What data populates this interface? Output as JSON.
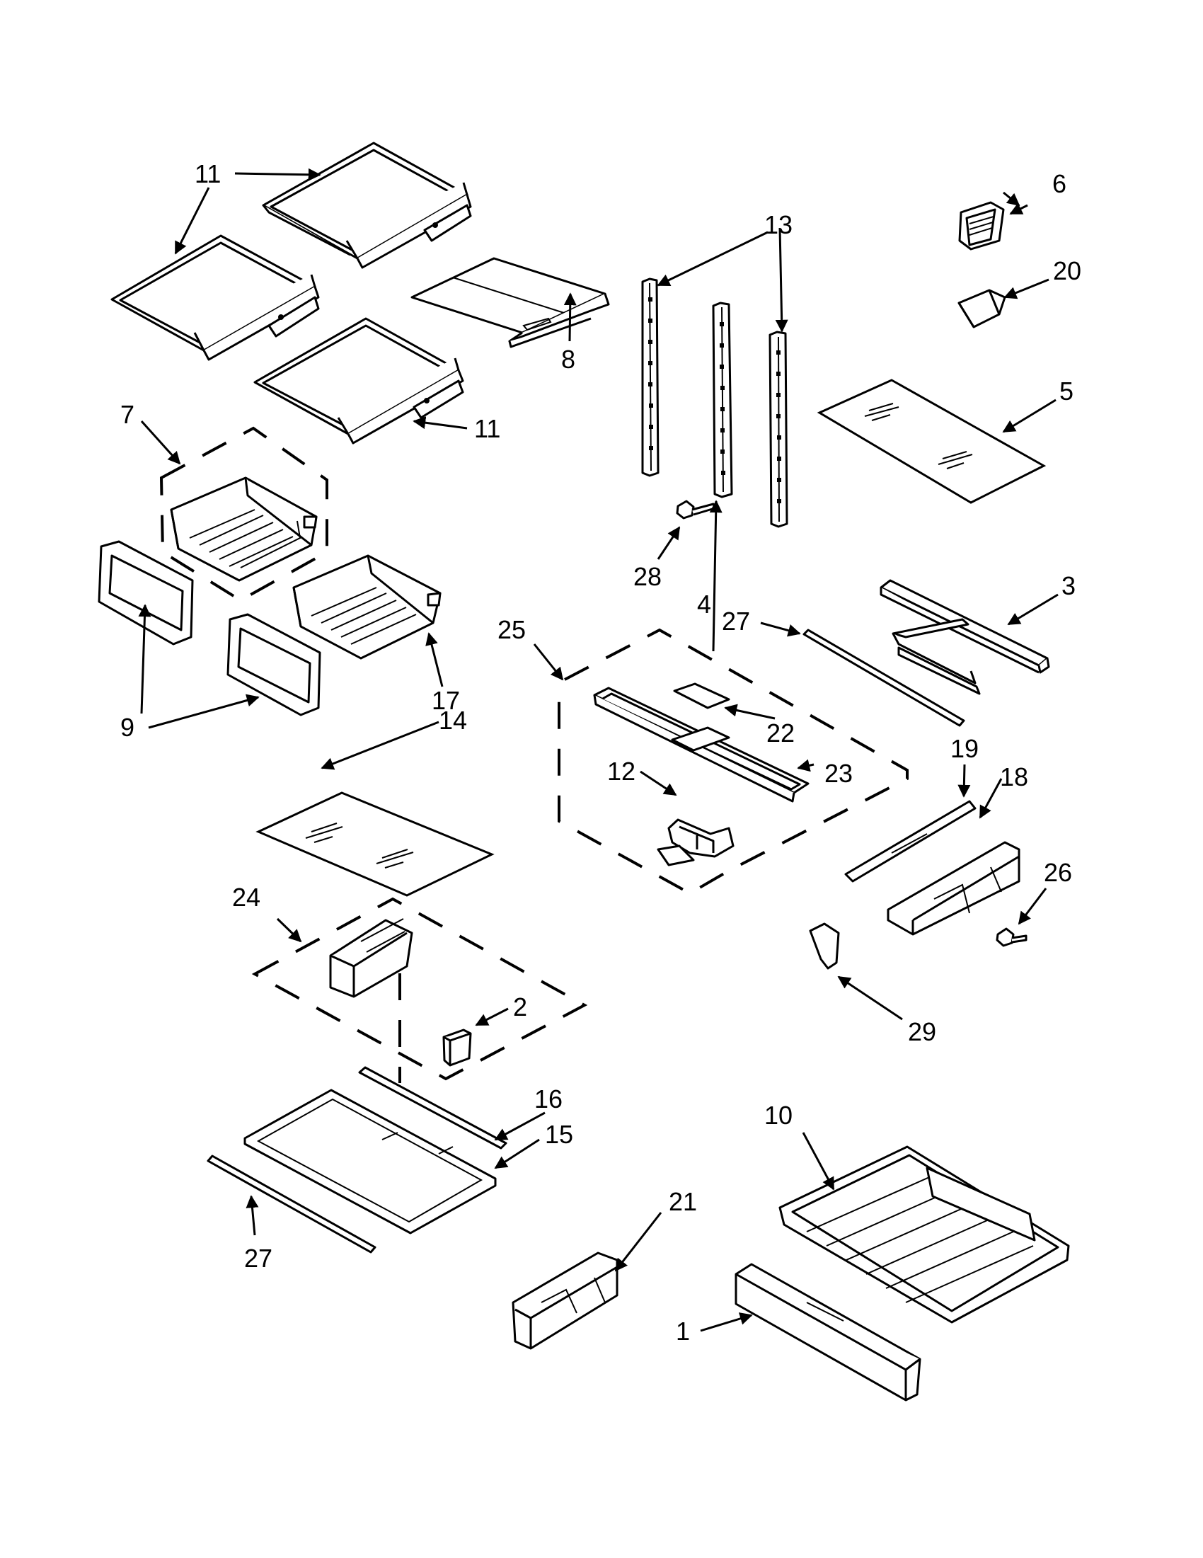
{
  "callouts": {
    "c1": "1",
    "c2": "2",
    "c3": "3",
    "c4": "4",
    "c5": "5",
    "c6": "6",
    "c7": "7",
    "c8": "8",
    "c9": "9",
    "c10": "10",
    "c11a": "11",
    "c11b": "11",
    "c12": "12",
    "c13": "13",
    "c14": "14",
    "c15": "15",
    "c16": "16",
    "c17": "17",
    "c18": "18",
    "c19": "19",
    "c20": "20",
    "c21": "21",
    "c22": "22",
    "c23": "23",
    "c24": "24",
    "c25": "25",
    "c26": "26",
    "c27a": "27",
    "c27b": "27",
    "c28": "28",
    "c29": "29"
  }
}
